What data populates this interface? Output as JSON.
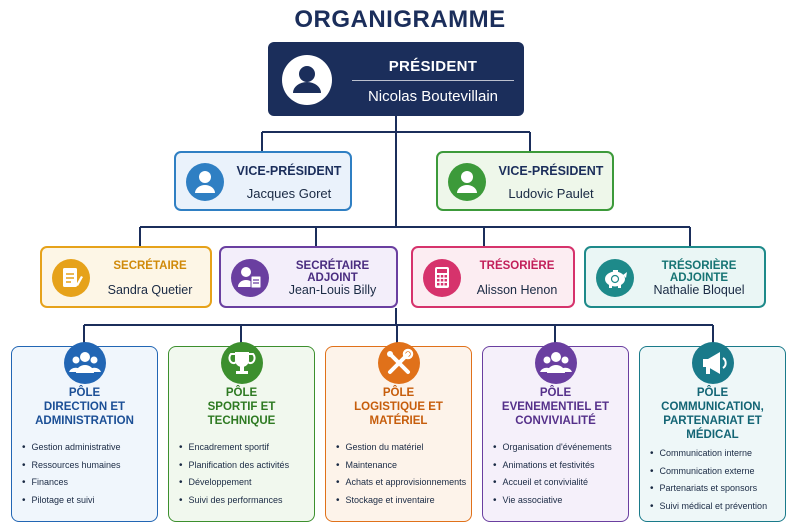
{
  "title": "ORGANIGRAMME",
  "president": {
    "role": "PRÉSIDENT",
    "name": "Nicolas Boutevillain",
    "icon": "person-icon"
  },
  "vice_presidents": [
    {
      "role": "VICE-PRÉSIDENT",
      "name": "Jacques Goret",
      "color": "#2f7fc3",
      "bg": "#eaf2fb",
      "icon": "person-icon"
    },
    {
      "role": "VICE-PRÉSIDENT",
      "name": "Ludovic Paulet",
      "color": "#3c9a3a",
      "bg": "#eef7ea",
      "icon": "person-icon"
    }
  ],
  "officers": [
    {
      "role": "SECRÉTAIRE",
      "name": "Sandra Quetier",
      "color": "#e6a21a",
      "bg": "#fdf6e6",
      "icon": "notepad-icon"
    },
    {
      "role": "SECRÉTAIRE ADJOINT",
      "name": "Jean-Louis Billy",
      "color": "#6a3fa0",
      "bg": "#f3eefa",
      "icon": "user-document-icon"
    },
    {
      "role": "TRÉSORIÈRE",
      "name": "Alisson Henon",
      "color": "#d6336c",
      "bg": "#fcedf2",
      "icon": "calculator-icon"
    },
    {
      "role": "TRÉSORIÈRE ADJOINTE",
      "name": "Nathalie Bloquel",
      "color": "#1e8a8a",
      "bg": "#eaf6f5",
      "icon": "piggy-bank-icon"
    }
  ],
  "poles": [
    {
      "label": "PÔLE",
      "title": "DIRECTION ET ADMINISTRATION",
      "color": "#2266b4",
      "bg": "#f0f6fc",
      "icon": "people-icon",
      "items": [
        "Gestion administrative",
        "Ressources humaines",
        "Finances",
        "Pilotage et suivi"
      ]
    },
    {
      "label": "PÔLE",
      "title": "SPORTIF ET TECHNIQUE",
      "color": "#3c8f2e",
      "bg": "#f1f8ee",
      "icon": "trophy-icon",
      "items": [
        "Encadrement sportif",
        "Planification des activités",
        "Développement",
        "Suivi des performances"
      ]
    },
    {
      "label": "PÔLE",
      "title": "LOGISTIQUE ET MATÉRIEL",
      "color": "#e0711a",
      "bg": "#fdf3ea",
      "icon": "tools-icon",
      "items": [
        "Gestion du matériel",
        "Maintenance",
        "Achats et approvisionnements",
        "Stockage et inventaire"
      ]
    },
    {
      "label": "PÔLE",
      "title": "EVENEMENTIEL ET CONVIVIALITÉ",
      "color": "#6a3fa0",
      "bg": "#f5f0fa",
      "icon": "group-icon",
      "items": [
        "Organisation d'événements",
        "Animations et festivités",
        "Accueil et convivialité",
        "Vie associative"
      ]
    },
    {
      "label": "PÔLE",
      "title": "COMMUNICATION, PARTENARIAT ET MÉDICAL",
      "color": "#1a7a8a",
      "bg": "#eef7f8",
      "icon": "megaphone-icon",
      "items": [
        "Communication interne",
        "Communication externe",
        "Partenariats et sponsors",
        "Suivi médical et prévention"
      ]
    }
  ],
  "line_color": "#1b2e5b"
}
